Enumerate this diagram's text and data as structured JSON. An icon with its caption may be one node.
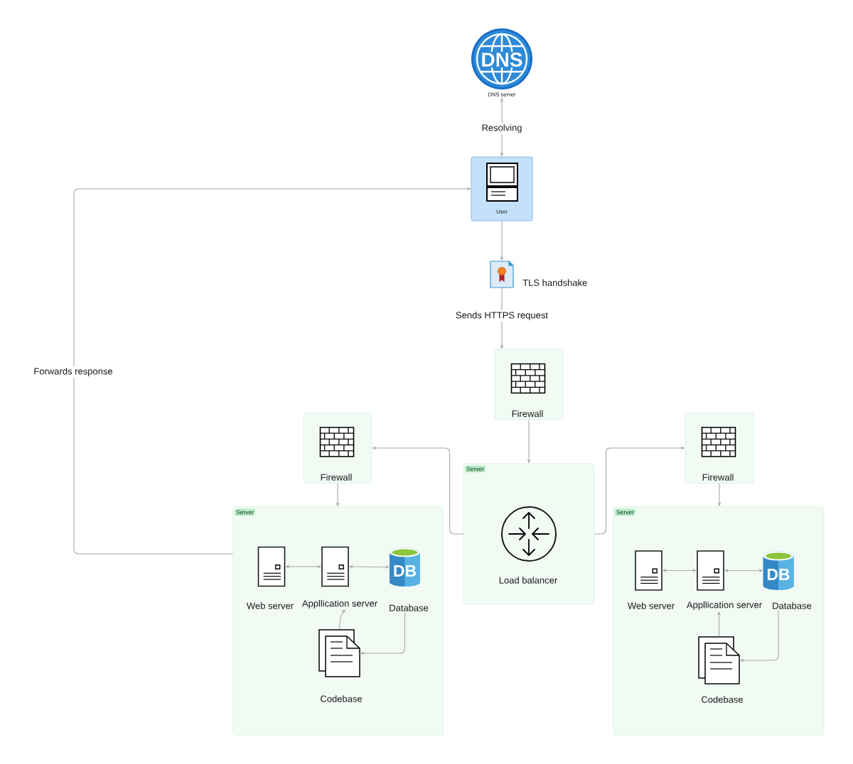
{
  "diagram": {
    "nodes": [
      {
        "text": [
          "DNS",
          "DNS server"
        ]
      },
      {
        "text": [
          "User"
        ]
      },
      {
        "text": [
          "TLS handshake"
        ]
      },
      {
        "text": [
          "Firewall"
        ]
      },
      {
        "text": [
          "Firewall"
        ]
      },
      {
        "text": [
          "Firewall"
        ]
      },
      {
        "text": [
          "Server"
        ]
      },
      {
        "text": [
          "Load balancer"
        ],
        "in": 6
      },
      {
        "text": [
          "Server"
        ]
      },
      {
        "text": [
          "Web server"
        ],
        "in": 8
      },
      {
        "text": [
          "Appllication server"
        ],
        "in": 8
      },
      {
        "text": [
          "DB",
          "Database"
        ],
        "in": 8
      },
      {
        "text": [
          "Codebase"
        ],
        "in": 8
      },
      {
        "text": [
          "Server"
        ]
      },
      {
        "text": [
          "Web server"
        ],
        "in": 13
      },
      {
        "text": [
          "Appllication server"
        ],
        "in": 13
      },
      {
        "text": [
          "DB",
          "Database"
        ],
        "in": 13
      },
      {
        "text": [
          "Codebase"
        ],
        "in": 13
      }
    ],
    "edges": [
      {
        "from": 1,
        "to": 0,
        "arrow": "both",
        "label": "Resolving"
      },
      {
        "from": 1,
        "to": 2,
        "arrow": "to"
      },
      {
        "from": 2,
        "to": 3,
        "arrow": "to",
        "label": "Sends HTTPS request"
      },
      {
        "from": 3,
        "to": 6,
        "arrow": "to"
      },
      {
        "from": 6,
        "to": 4,
        "arrow": "to"
      },
      {
        "from": 6,
        "to": 5,
        "arrow": "to"
      },
      {
        "from": 4,
        "to": 8,
        "arrow": "to"
      },
      {
        "from": 5,
        "to": 13,
        "arrow": "to"
      },
      {
        "from": 9,
        "to": 10,
        "arrow": "both"
      },
      {
        "from": 10,
        "to": 11,
        "arrow": "both"
      },
      {
        "from": 11,
        "to": 12,
        "arrow": "to"
      },
      {
        "from": 12,
        "to": 10,
        "arrow": "to"
      },
      {
        "from": 14,
        "to": 15,
        "arrow": "both"
      },
      {
        "from": 15,
        "to": 16,
        "arrow": "both"
      },
      {
        "from": 16,
        "to": 17,
        "arrow": "to"
      },
      {
        "from": 17,
        "to": 15,
        "arrow": "to"
      },
      {
        "from": 8,
        "to": 1,
        "arrow": "to",
        "label": "Forwards response"
      }
    ]
  }
}
